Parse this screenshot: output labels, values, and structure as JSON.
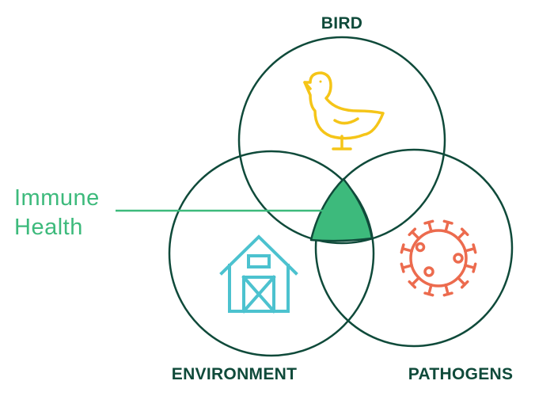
{
  "diagram": {
    "sets": [
      {
        "id": "bird",
        "label": "BIRD",
        "icon": "chick-icon",
        "icon_color": "#f5c518"
      },
      {
        "id": "environment",
        "label": "ENVIRONMENT",
        "icon": "barn-icon",
        "icon_color": "#4cc2cf"
      },
      {
        "id": "pathogens",
        "label": "PATHOGENS",
        "icon": "virus-icon",
        "icon_color": "#ec6b4e"
      }
    ],
    "intersection": {
      "label_line1": "Immune",
      "label_line2": "Health",
      "color": "#3dba7c"
    },
    "colors": {
      "outline": "#0f4a3a",
      "label_text": "#0f4a3a",
      "callout_text": "#3dba7c"
    }
  }
}
